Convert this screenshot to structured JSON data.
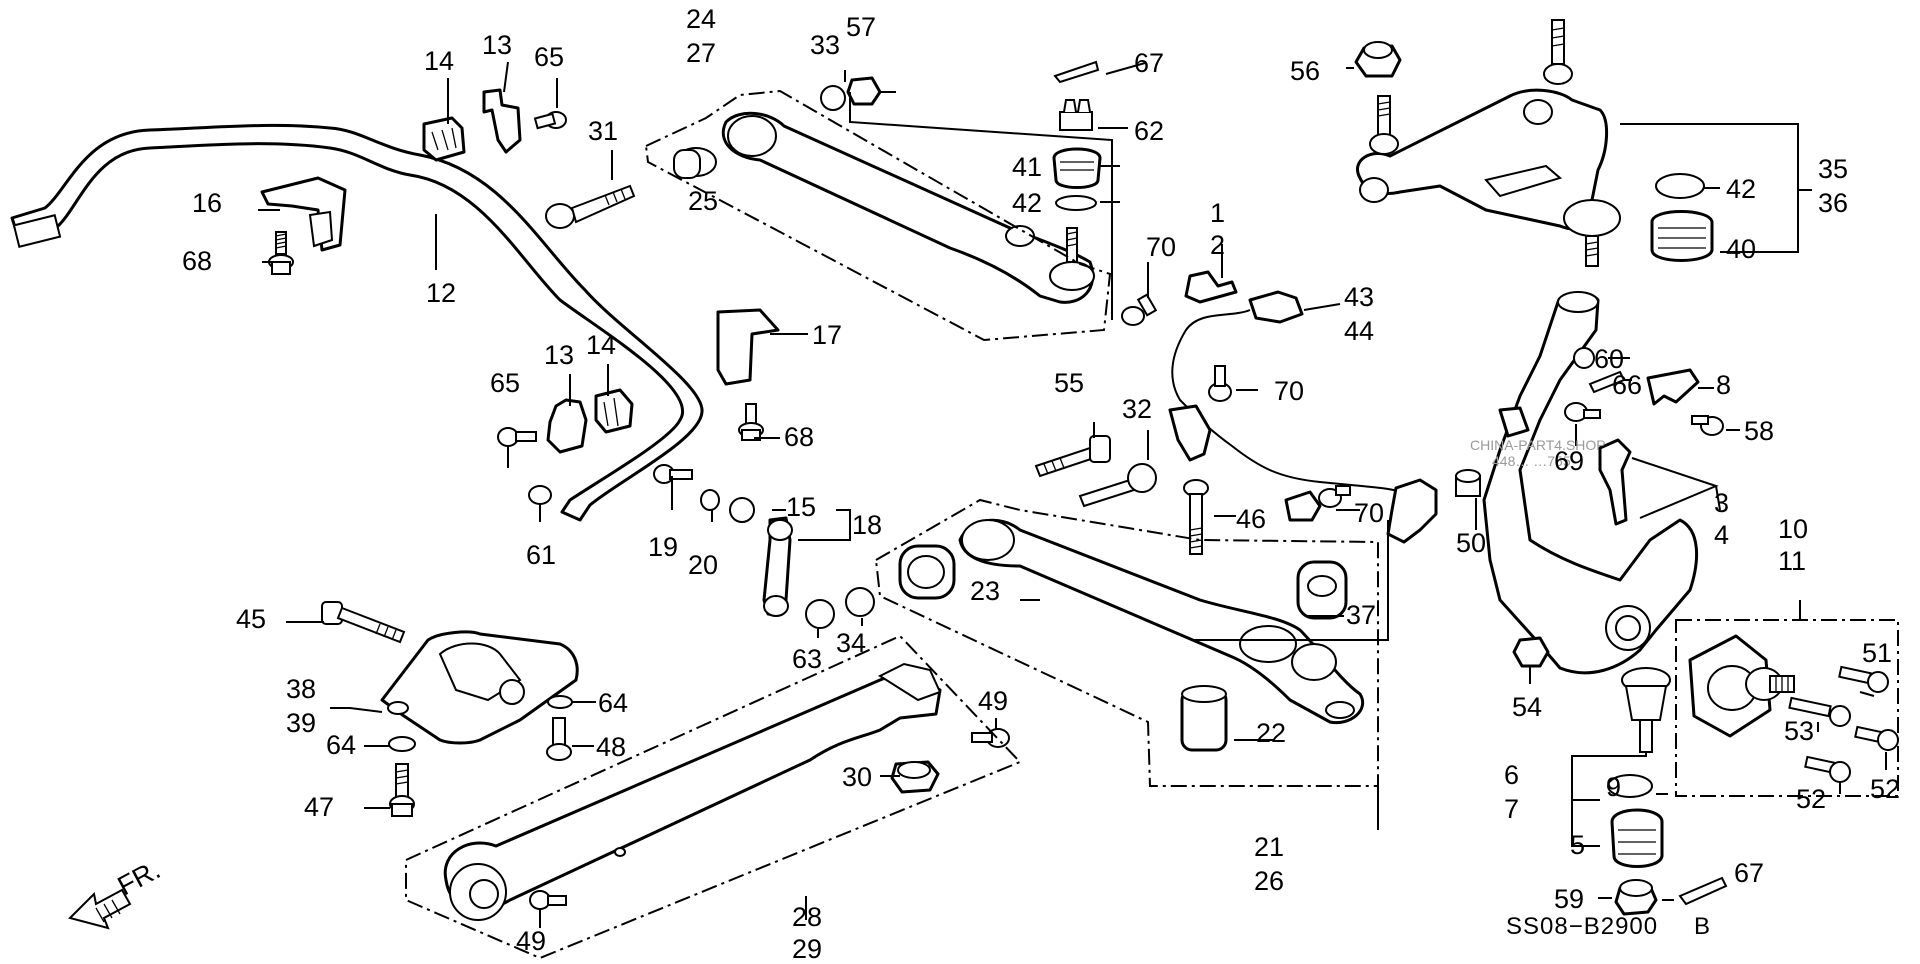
{
  "diagram": {
    "code": "SS08−B2900",
    "code_suffix": "B",
    "watermark_line1": "CHINA-PART4.SHOP",
    "watermark_line2": "448… …755",
    "direction_label": "FR.",
    "callouts": {
      "c1": "1",
      "c2": "2",
      "c3": "3",
      "c4": "4",
      "c5": "5",
      "c6": "6",
      "c7": "7",
      "c8": "8",
      "c9": "9",
      "c10": "10",
      "c11": "11",
      "c12": "12",
      "c13a": "13",
      "c13b": "13",
      "c14a": "14",
      "c14b": "14",
      "c15": "15",
      "c16": "16",
      "c17": "17",
      "c18": "18",
      "c19": "19",
      "c20": "20",
      "c21": "21",
      "c22": "22",
      "c23": "23",
      "c24": "24",
      "c25": "25",
      "c26": "26",
      "c27": "27",
      "c28": "28",
      "c29": "29",
      "c30": "30",
      "c31": "31",
      "c32": "32",
      "c33": "33",
      "c34": "34",
      "c35": "35",
      "c36": "36",
      "c37": "37",
      "c38": "38",
      "c39": "39",
      "c40": "40",
      "c41": "41",
      "c42a": "42",
      "c42b": "42",
      "c43": "43",
      "c44": "44",
      "c45": "45",
      "c46": "46",
      "c47": "47",
      "c48": "48",
      "c49a": "49",
      "c49b": "49",
      "c50": "50",
      "c51": "51",
      "c52a": "52",
      "c52b": "52",
      "c53": "53",
      "c54": "54",
      "c55": "55",
      "c56": "56",
      "c57": "57",
      "c58": "58",
      "c59": "59",
      "c60": "60",
      "c61": "61",
      "c62": "62",
      "c63": "63",
      "c64a": "64",
      "c64b": "64",
      "c65a": "65",
      "c65b": "65",
      "c66": "66",
      "c67a": "67",
      "c67b": "67",
      "c68a": "68",
      "c68b": "68",
      "c69": "69",
      "c70a": "70",
      "c70b": "70",
      "c70c": "70"
    }
  }
}
